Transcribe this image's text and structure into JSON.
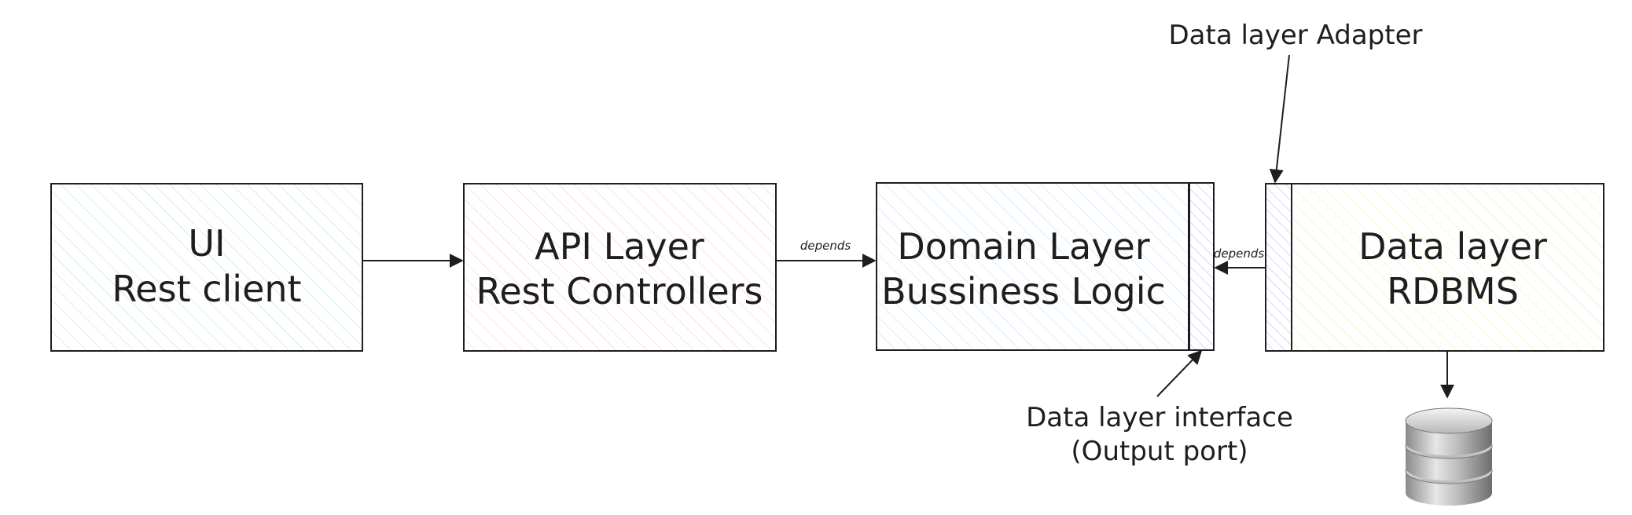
{
  "boxes": {
    "ui": {
      "line1": "UI",
      "line2": "Rest client",
      "fill": "#40c057"
    },
    "api": {
      "line1": "API Layer",
      "line2": "Rest Controllers",
      "fill": "#fa5252"
    },
    "domain": {
      "line1": "Domain Layer",
      "line2": "Bussiness Logic",
      "fill": "#4dabf7"
    },
    "data": {
      "line1": "Data layer",
      "line2": "RDBMS",
      "fill": "#fab005"
    },
    "port_fill": "#7950f2",
    "adapter_fill": "#7950f2"
  },
  "edges": {
    "api_to_domain": "depends",
    "data_to_domain": "depends"
  },
  "annotations": {
    "adapter": "Data layer Adapter",
    "port_line1": "Data layer interface",
    "port_line2": "(Output port)"
  }
}
